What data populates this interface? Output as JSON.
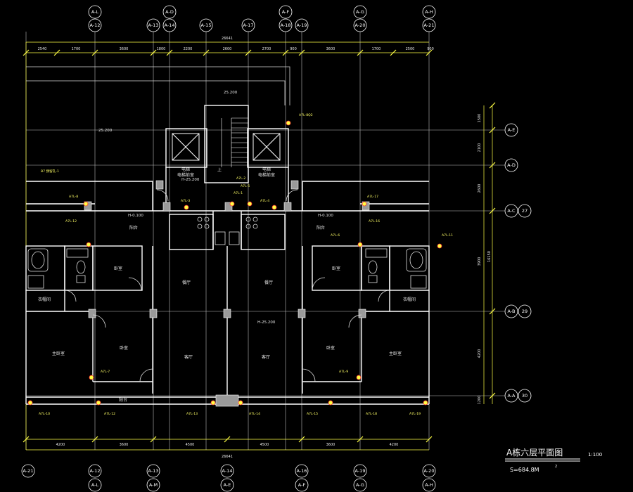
{
  "drawing": {
    "title": "A栋六层平面图",
    "scale": "1:100",
    "area": "S=684.8M",
    "area_sup": "2"
  },
  "axes": {
    "top_upper": [
      "A-L",
      "A-D",
      "A-F",
      "A-G",
      "A-H"
    ],
    "top_lower": [
      "A-12",
      "A-13",
      "A-14",
      "A-15",
      "A-17",
      "A-18",
      "A-19",
      "A-20",
      "A-21"
    ],
    "bottom_upper": [
      "A-12",
      "A-13",
      "A-14",
      "A-16",
      "A-19",
      "A-20",
      "A-21"
    ],
    "bottom_lower": [
      "A-L",
      "A-M",
      "A-E",
      "A-F",
      "A-G",
      "A-H"
    ],
    "right": [
      {
        "id": "A-E",
        "num": ""
      },
      {
        "id": "A-D",
        "num": ""
      },
      {
        "id": "A-C",
        "num": "27"
      },
      {
        "id": "A-B",
        "num": "29"
      },
      {
        "id": "A-A",
        "num": "30"
      }
    ]
  },
  "dimensions": {
    "top_total": "26641",
    "top": [
      "2540",
      "1700",
      "3600",
      "1800",
      "2200",
      "2600",
      "2700",
      "900",
      "3600",
      "1700",
      "2500",
      "900"
    ],
    "bottom": [
      "4200",
      "3600",
      "4500",
      "4500",
      "3600",
      "4200"
    ],
    "bottom_total": "26641",
    "right": [
      "1500",
      "2100",
      "2600",
      "3900",
      "4200",
      "1200"
    ],
    "right_total": "16150"
  },
  "levels": [
    "25.200",
    "25.200",
    "H-25.200",
    "H-0.100",
    "H-0.100",
    "H-25.200"
  ],
  "rooms": {
    "elevator_1": "电梯",
    "elevator_2": "电梯",
    "stair_up": "上",
    "pipe_1": "电梯前室",
    "pipe_2": "电梯前室",
    "balcony_l": "阳台",
    "balcony_r": "阳台",
    "bedroom_l": "卧室",
    "bedroom_r": "卧室",
    "kitchen_l": "餐厅",
    "kitchen_r": "餐厅",
    "wardrobe_l": "衣帽间",
    "wardrobe_r": "衣帽间",
    "master_l": "主卧室",
    "master_r": "主卧室",
    "second_l": "卧室",
    "second_r": "卧室",
    "living_l": "客厅",
    "living_r": "客厅",
    "terrace_l": "阳台"
  },
  "tags": {
    "t1": "A7L-8Q2",
    "t2": "B7 预留孔-1",
    "t3": "A7L-8",
    "t4": "A7L-12",
    "t5": "A7L-2",
    "t6": "A7L-5",
    "t7": "A7L-3",
    "t8": "A7L-1",
    "t9": "A7L-4",
    "t10": "A7L-6",
    "t11": "A7L-17",
    "t12": "A7L-16",
    "t13": "A7L-11",
    "t14": "A7L-9",
    "t15": "A7L-7",
    "t16": "A7L-10",
    "t17": "A7L-12",
    "t18": "A7L-13",
    "t19": "A7L-14",
    "t20": "A7L-15",
    "t21": "A7L-18",
    "t22": "A7L-19"
  },
  "colors": {
    "background": "#000000",
    "wall": "#ffffff",
    "grid": "#cfcfcf",
    "dimension": "#ffff44",
    "tag": "#ffff66",
    "fixture": "#e0e0e0",
    "column": "#9a9a9a",
    "accent_red": "#ff3333",
    "accent_blue": "#5577ff"
  }
}
